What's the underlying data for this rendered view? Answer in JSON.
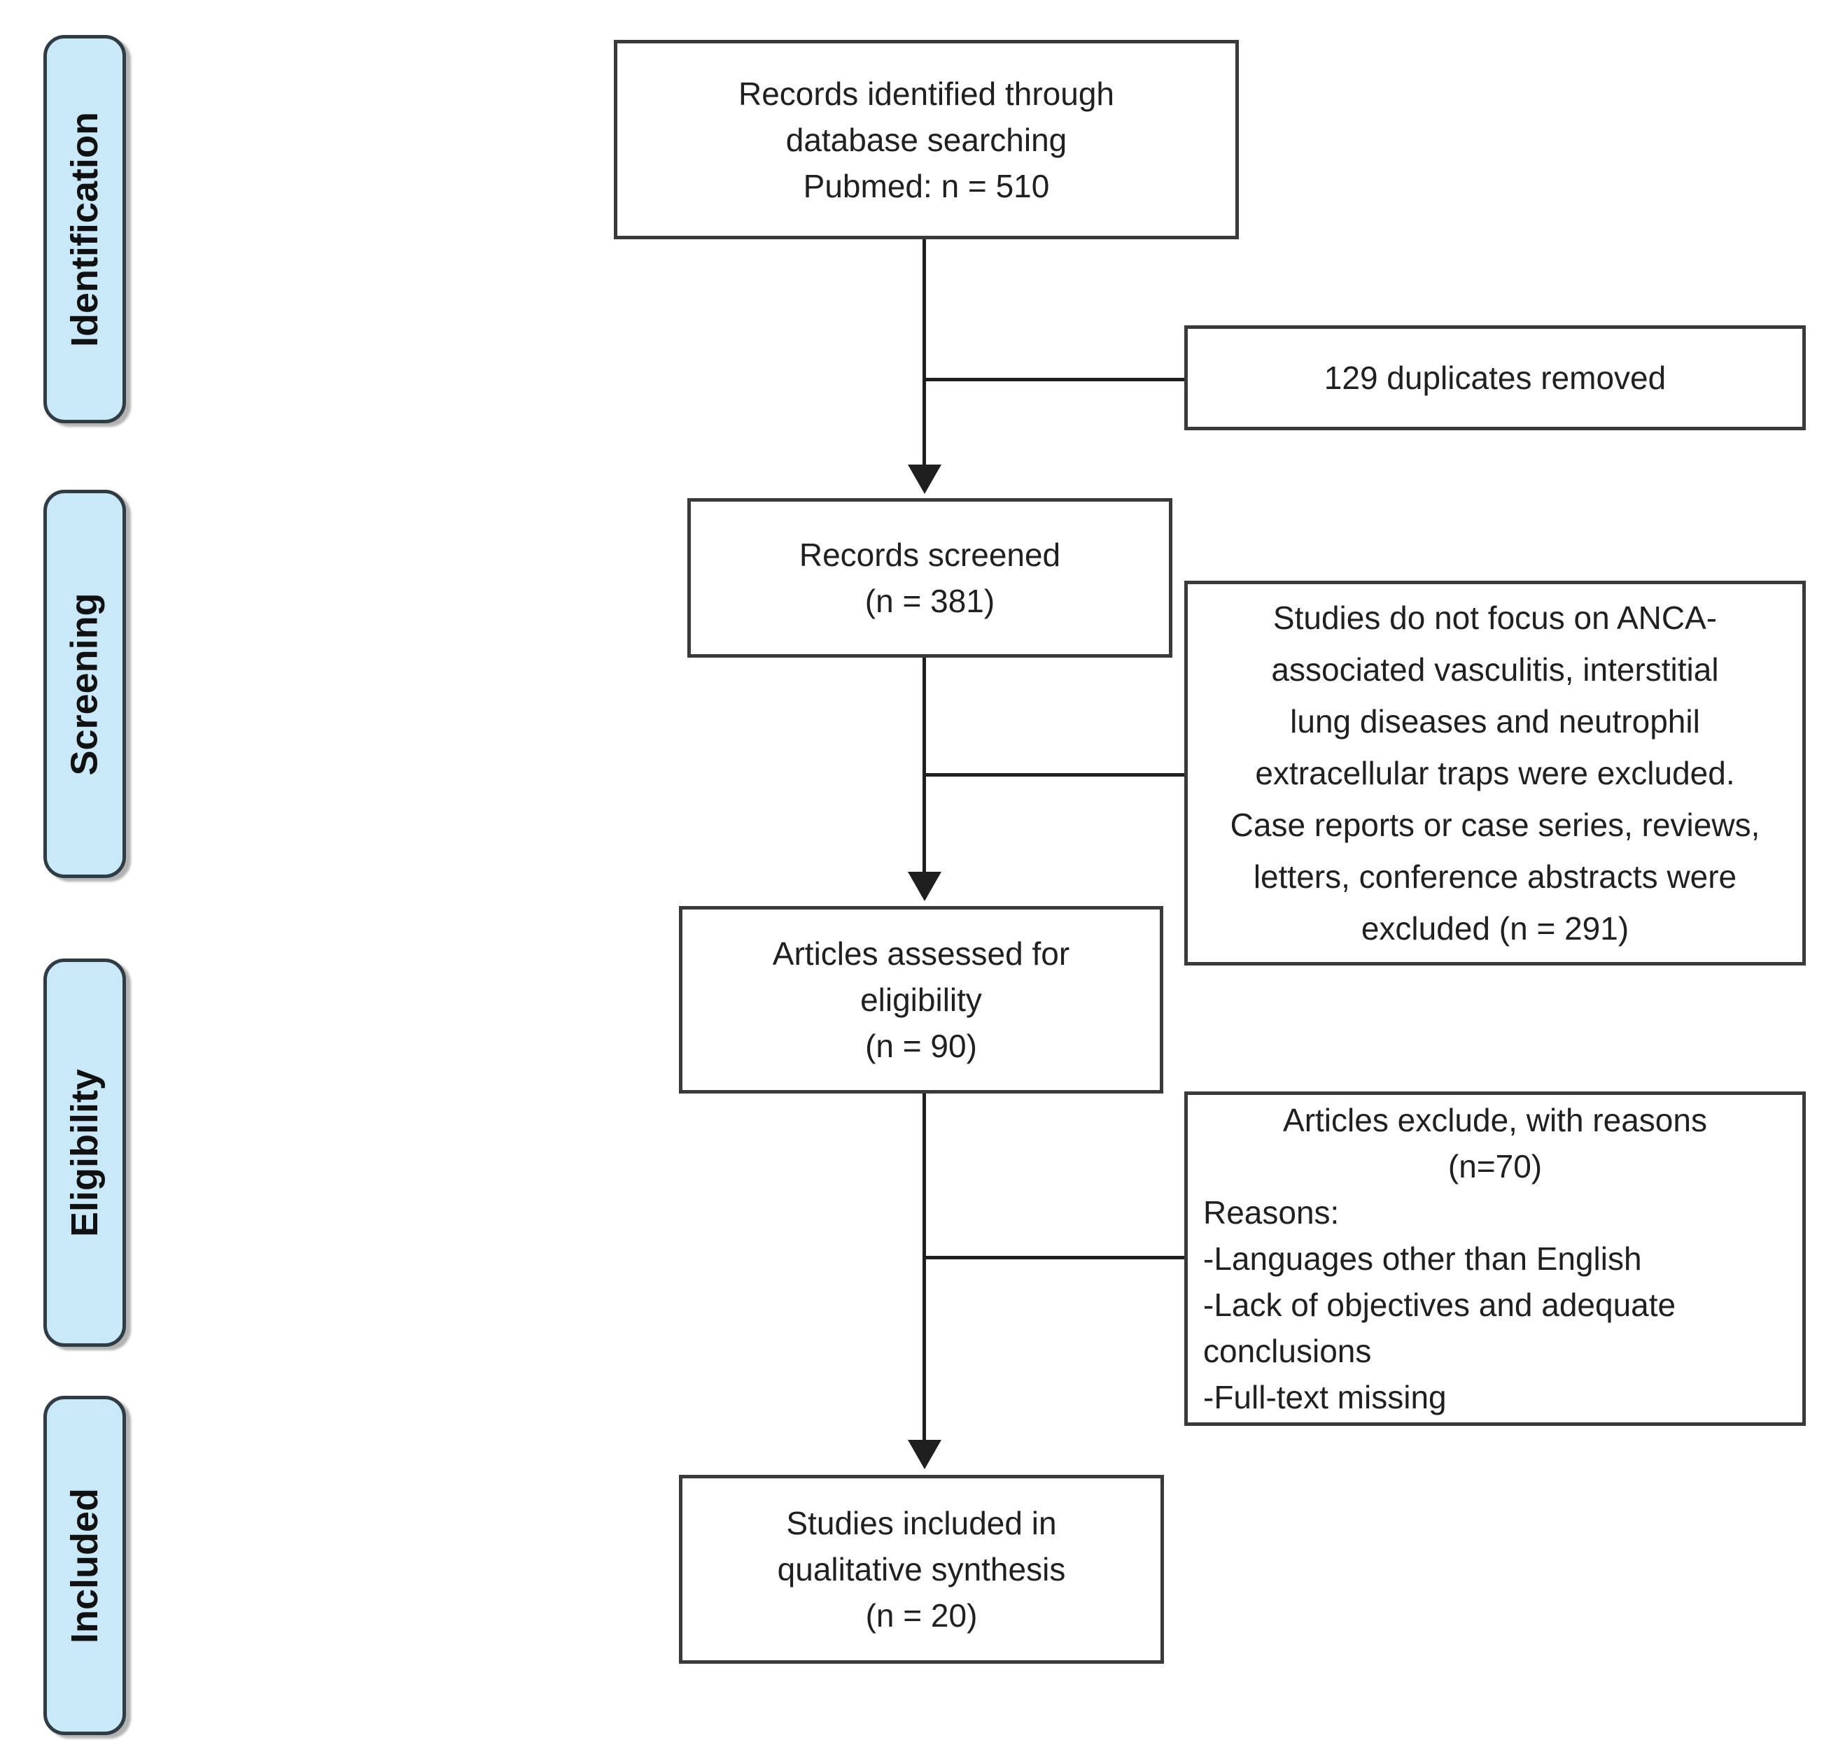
{
  "stages": [
    {
      "label": "Identification"
    },
    {
      "label": "Screening"
    },
    {
      "label": "Eligibility"
    },
    {
      "label": "Included"
    }
  ],
  "flow": {
    "records_identified": "Records identified through\ndatabase searching\nPubmed: n = 510",
    "records_screened": "Records screened\n(n = 381)",
    "articles_assessed": "Articles assessed for\neligibility\n(n = 90)",
    "studies_included": "Studies included in\nqualitative synthesis\n(n = 20)"
  },
  "exclusions": {
    "duplicates_removed": "129 duplicates removed",
    "screening_excluded": "Studies do not focus on ANCA-\nassociated vasculitis, interstitial\nlung diseases and neutrophil\nextracellular traps were excluded.\nCase reports or case series, reviews,\nletters, conference abstracts were\nexcluded (n = 291)",
    "eligibility_excluded_title": "Articles exclude, with reasons\n(n=70)",
    "eligibility_excluded_reasons": "Reasons:\n-Languages other than English\n-Lack of objectives and adequate\nconclusions\n-Full-text missing"
  },
  "counts": {
    "identified": 510,
    "duplicates_removed": 129,
    "screened": 381,
    "screening_excluded": 291,
    "assessed_for_eligibility": 90,
    "eligibility_excluded": 70,
    "included_qualitative_synthesis": 20
  },
  "colors": {
    "stage_fill": "#c9e8f8",
    "stage_border": "#2f3c44",
    "box_border": "#3a3a3a",
    "connector": "#1f1f1f",
    "text": "#202020",
    "background": "#ffffff"
  }
}
